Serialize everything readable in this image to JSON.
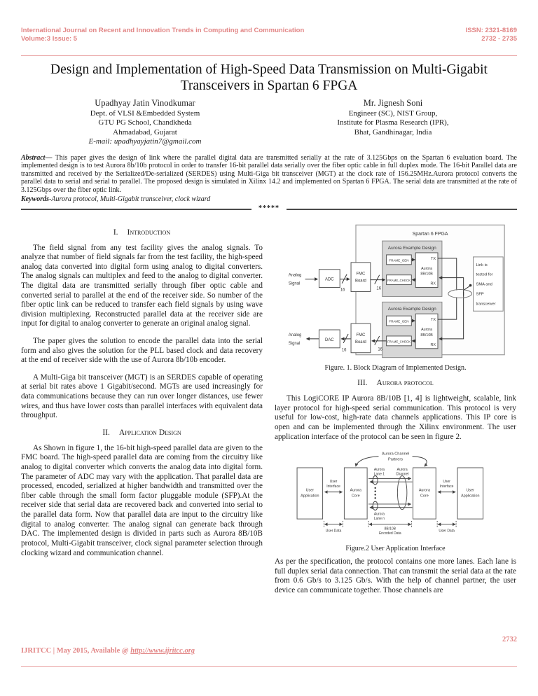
{
  "header": {
    "journal_line1": "International Journal on Recent and Innovation Trends in Computing and Communication",
    "journal_line2": "Volume:3 Issue: 5",
    "issn_line1": "ISSN: 2321-8169",
    "issn_line2": "2732 - 2735"
  },
  "title": "Design and Implementation of High-Speed Data Transmission on Multi-Gigabit Transceivers in Spartan 6 FPGA",
  "authors": [
    {
      "name": "Upadhyay Jatin Vinodkumar",
      "line1": "Dept. of VLSI &Embedded System",
      "line2": "GTU PG School, Chandkheda",
      "line3": "Ahmadabad, Gujarat",
      "email": "E-mail: upadhyayjatin7@gmail.com"
    },
    {
      "name": "Mr. Jignesh Soni",
      "line1": "Engineer (SC), NIST Group,",
      "line2": "Institute for Plasma Research (IPR),",
      "line3": "Bhat, Gandhinagar, India",
      "email": ""
    }
  ],
  "abstract": {
    "label": "Abstract—",
    "text": "This paper gives the design of link where the parallel digital data are transmitted serially at the rate of 3.125Gbps on the Spartan 6 evaluation board. The implemented design is to test Aurora 8b/10b protocol in order to transfer 16-bit parallel data serially over the fiber optic cable in full duplex mode. The 16-bit Parallel data are transmitted and received by the Serialized/De-serialized (SERDES) using Multi-Giga bit transceiver (MGT) at the clock rate of 156.25MHz.Aurora protocol converts the parallel data to serial and serial to parallel. The proposed design is simulated in Xilinx 14.2 and implemented on Spartan 6 FPGA. The serial data are transmitted at the rate of 3.125Gbps over the fiber optic link."
  },
  "keywords": {
    "label": "Keywords",
    "text": "-Aurora protocol, Multi-Gigabit transceiver, clock wizard"
  },
  "separator": "*****",
  "sections": {
    "s1": {
      "num": "I.",
      "title": "Introduction"
    },
    "s2": {
      "num": "II.",
      "title": "Application Design"
    },
    "s3": {
      "num": "III.",
      "title": "Aurora protocol"
    }
  },
  "paragraphs": {
    "intro1": "The field signal from any test facility gives the analog signals. To analyze that number of field signals far from the test facility, the high-speed analog data converted into digital form using analog to digital converters. The analog signals can multiplex and feed to the analog to digital converter. The digital data are transmitted serially through fiber optic cable and converted serial to parallel at the end of the receiver side. So number of the fiber optic link can be reduced to transfer each field signals by using wave division multiplexing. Reconstructed parallel data at the receiver side are input for digital to analog converter to generate an original analog signal.",
    "intro2": "The paper gives the solution to encode the parallel data into the serial form and also gives the solution for the PLL based clock and data recovery at the end of receiver side with the use of Aurora 8b/10b encoder.",
    "intro3": "A Multi-Giga bit transceiver (MGT) is an SERDES capable of operating at serial bit rates above 1 Gigabit/second. MGTs are used increasingly for data communications because they can run over longer distances, use fewer wires, and thus have lower costs than parallel interfaces with equivalent data throughput.",
    "app1": "As Shown in figure 1, the 16-bit high-speed parallel data are given to the FMC board. The high-speed parallel data are coming from the circuitry like analog to digital converter which converts the analog data into digital form. The parameter of ADC may vary with the application. That parallel data are processed, encoded, serialized at higher bandwidth and transmitted over the fiber cable through the small form factor pluggable module (SFP).At the receiver side that serial data are recovered back and converted into serial to the parallel data form. Now that parallel data are input to the circuitry like digital to analog converter. The analog signal can generate back through DAC. The implemented design is divided in parts such as Aurora 8B/10B protocol, Multi-Gigabit transceiver, clock signal parameter selection through clocking wizard and communication channel.",
    "aurora1": "This LogiCORE IP Aurora 8B/10B [1, 4] is lightweight, scalable, link layer protocol for high-speed serial communication. This protocol is very useful for low-cost, high-rate data channels applications. This IP core is open and can be implemented through the Xilinx environment. The user application interface of the protocol can be seen in figure 2.",
    "aurora2": "As per the specification, the protocol contains one more lanes. Each lane is full duplex serial data connection. That can transmit the serial data at the rate from 0.6 Gb/s to 3.125 Gb/s. With the help of channel partner, the user device can communicate together. Those channels are"
  },
  "figure1": {
    "caption": "Figure. 1. Block Diagram of Implemented Design.",
    "labels": {
      "fpga": "Spartan 6 FPGA",
      "design": "Aurora Example Design",
      "frame_gen": "FRAME_GEN",
      "frame_check": "FRAME_CHECK",
      "aurora": "Aurora",
      "enc": "8B/10B",
      "tx": "TX",
      "rx": "RX",
      "adc": "ADC",
      "dac": "DAC",
      "fmc1": "FMC",
      "fmc2": "Board",
      "analog": "Analog",
      "signal": "Signal",
      "bus": "16",
      "note": [
        "Link is",
        "tested for",
        "SMA and",
        "SFP",
        "transceiver"
      ]
    }
  },
  "figure2": {
    "caption": "Figure.2 User Application Interface",
    "labels": {
      "partners1": "Aurora Channel",
      "partners2": "Partners",
      "user": "User",
      "application": "Application",
      "aurora": "Aurora",
      "core": "Core",
      "interface": "Interface",
      "lane1a": "Aurora",
      "lane1b": "Lane 1",
      "lanena": "Aurora",
      "lanenb": "Lane n",
      "chan1": "Aurora",
      "chan2": "Channel",
      "user_data": "User Data",
      "encoded1": "8B/10B",
      "encoded2": "Encoded Data"
    }
  },
  "footer": {
    "page_number": "2732",
    "prefix": "IJRITCC | May 2015, Available @ ",
    "url": "http://www.ijritcc.org"
  },
  "colors": {
    "accent": "#e28585",
    "rule": "#eaa9a9",
    "text": "#1b1b1b"
  }
}
